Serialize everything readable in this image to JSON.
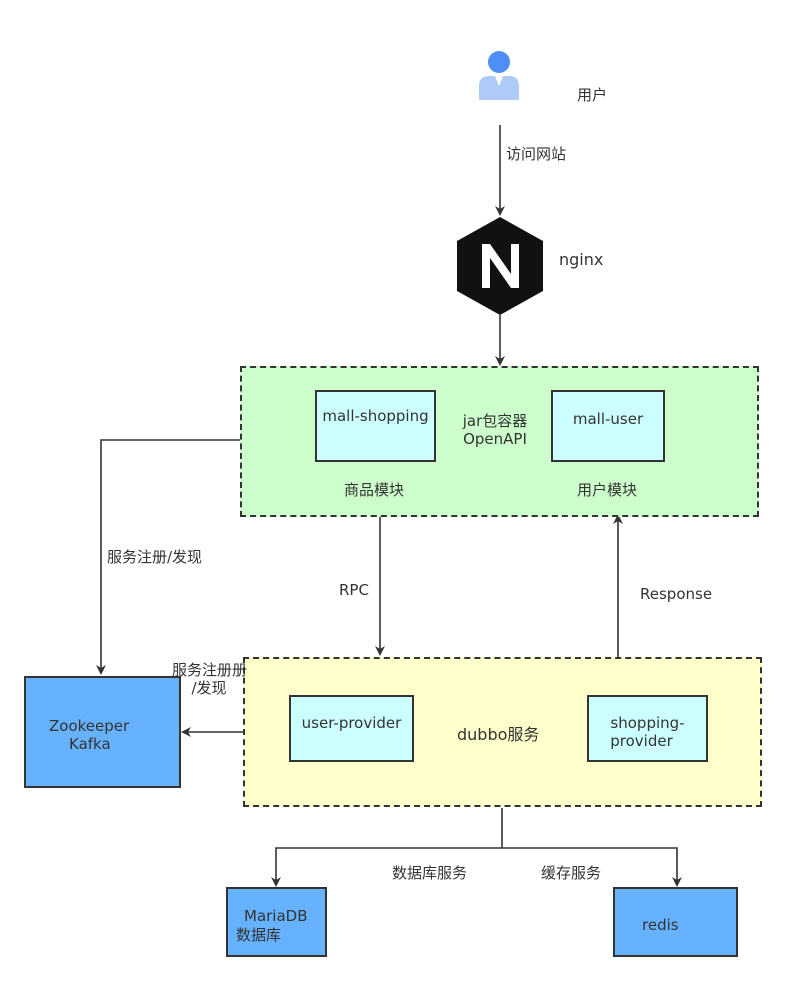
{
  "user": {
    "label": "用户",
    "icon": "user-icon",
    "icon_color": "#4f8ef7"
  },
  "edges": {
    "visit_site": "访问网站",
    "rpc": "RPC",
    "response": "Response",
    "register_discover_1": "服务注册/发现",
    "register_discover_2_line1": "服务注册册",
    "register_discover_2_line2": "/发现",
    "db_service": "数据库服务",
    "cache_service": "缓存服务"
  },
  "nginx": {
    "label": "nginx",
    "icon": "nginx-logo-icon",
    "logo_letter": "N"
  },
  "jar_container": {
    "title_line1": "jar包容器",
    "title_line2": "OpenAPI",
    "fill": "#ccffcc",
    "modules": [
      {
        "name": "mall-shopping",
        "caption": "商品模块"
      },
      {
        "name": "mall-user",
        "caption": "用户模块"
      }
    ]
  },
  "dubbo_container": {
    "title": "dubbo服务",
    "fill": "#ffffcc",
    "providers": [
      {
        "name": "user-provider"
      },
      {
        "name_line1": "shopping-",
        "name_line2": "provider"
      }
    ]
  },
  "registry": {
    "line1": "Zookeeper",
    "line2": "Kafka",
    "fill": "#66b2ff"
  },
  "database": {
    "line1": "MariaDB",
    "line2": "数据库",
    "fill": "#66b2ff"
  },
  "cache": {
    "label": "redis",
    "fill": "#66b2ff"
  },
  "colors": {
    "line": "#333333",
    "module_fill": "#ccffff"
  }
}
